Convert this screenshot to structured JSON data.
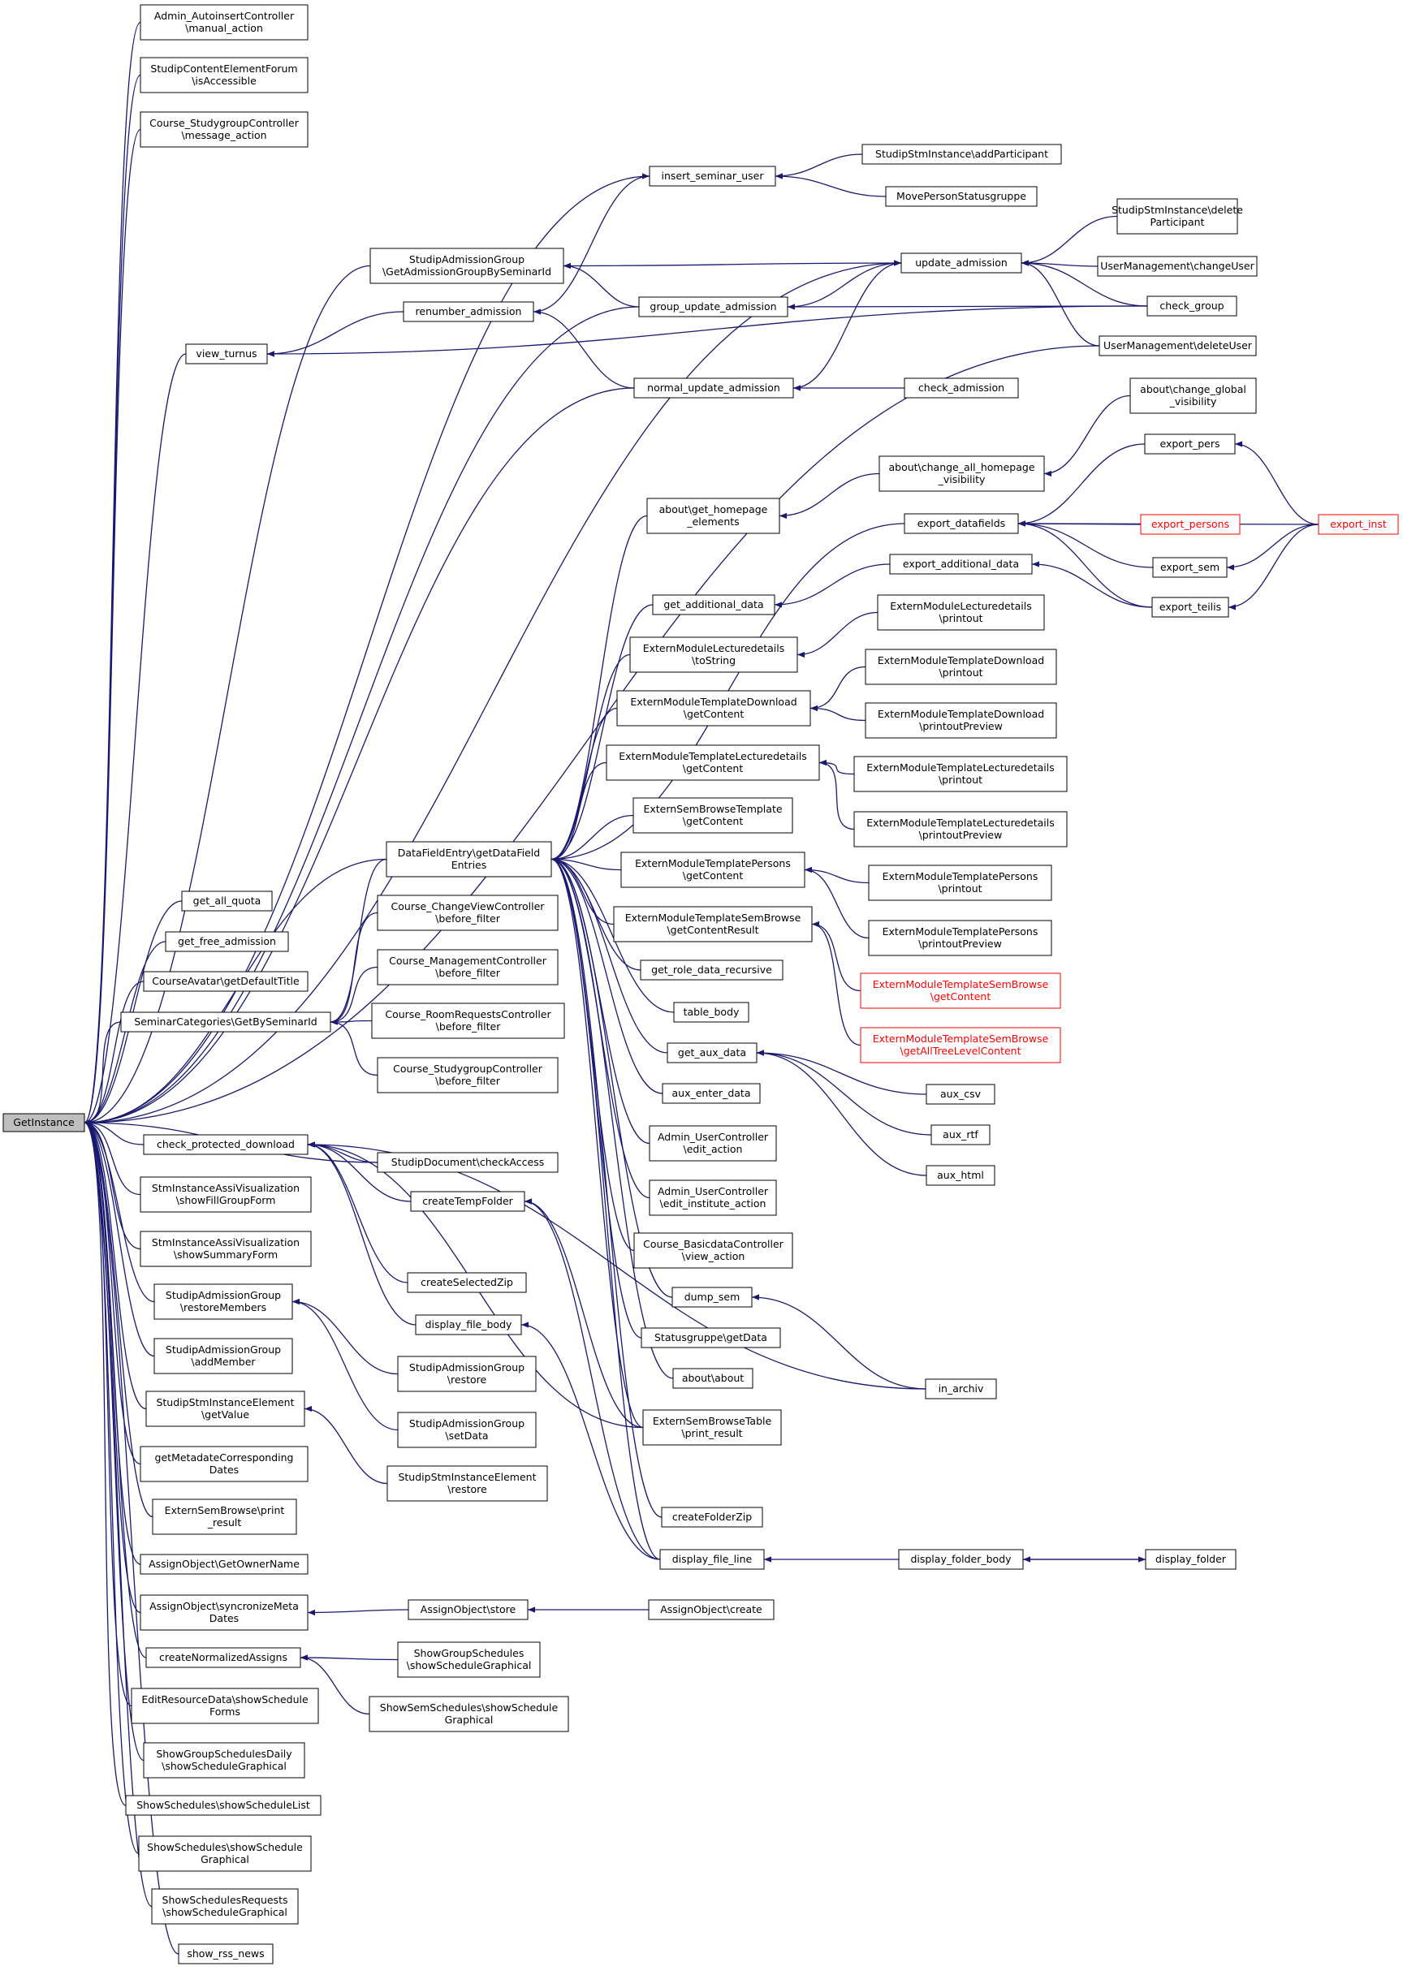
{
  "graph": {
    "nodes": [
      {
        "id": "root",
        "lines": [
          "GetInstance"
        ],
        "kind": "root"
      },
      {
        "id": "autoinsert",
        "lines": [
          "Admin_AutoinsertController",
          "\\manual_action"
        ]
      },
      {
        "id": "forum",
        "lines": [
          "StudipContentElementForum",
          "\\isAccessible"
        ]
      },
      {
        "id": "studygroup_msg",
        "lines": [
          "Course_StudygroupController",
          "\\message_action"
        ]
      },
      {
        "id": "admgroup_get",
        "lines": [
          "StudipAdmissionGroup",
          "\\GetAdmissionGroupBySeminarId"
        ]
      },
      {
        "id": "view_turnus",
        "lines": [
          "view_turnus"
        ]
      },
      {
        "id": "renumber",
        "lines": [
          "renumber_admission"
        ]
      },
      {
        "id": "get_all_quota",
        "lines": [
          "get_all_quota"
        ]
      },
      {
        "id": "get_free_adm",
        "lines": [
          "get_free_admission"
        ]
      },
      {
        "id": "avatar",
        "lines": [
          "CourseAvatar\\getDefaultTitle"
        ]
      },
      {
        "id": "semcat",
        "lines": [
          "SeminarCategories\\GetBySeminarId"
        ]
      },
      {
        "id": "cpd",
        "lines": [
          "check_protected_download"
        ]
      },
      {
        "id": "stm_fill",
        "lines": [
          "StmInstanceAssiVisualization",
          "\\showFillGroupForm"
        ]
      },
      {
        "id": "stm_summary",
        "lines": [
          "StmInstanceAssiVisualization",
          "\\showSummaryForm"
        ]
      },
      {
        "id": "admgroup_restore_members",
        "lines": [
          "StudipAdmissionGroup",
          "\\restoreMembers"
        ]
      },
      {
        "id": "admgroup_add",
        "lines": [
          "StudipAdmissionGroup",
          "\\addMember"
        ]
      },
      {
        "id": "stmel_get",
        "lines": [
          "StudipStmInstanceElement",
          "\\getValue"
        ]
      },
      {
        "id": "metadate",
        "lines": [
          "getMetadateCorresponding",
          "Dates"
        ]
      },
      {
        "id": "extsem_print",
        "lines": [
          "ExternSemBrowse\\print",
          "_result"
        ]
      },
      {
        "id": "ao_owner",
        "lines": [
          "AssignObject\\GetOwnerName"
        ]
      },
      {
        "id": "ao_sync",
        "lines": [
          "AssignObject\\syncronizeMeta",
          "Dates"
        ]
      },
      {
        "id": "createNorm",
        "lines": [
          "createNormalizedAssigns"
        ]
      },
      {
        "id": "editres",
        "lines": [
          "EditResourceData\\showSchedule",
          "Forms"
        ]
      },
      {
        "id": "sgsd",
        "lines": [
          "ShowGroupSchedulesDaily",
          "\\showScheduleGraphical"
        ]
      },
      {
        "id": "ss_list",
        "lines": [
          "ShowSchedules\\showScheduleList"
        ]
      },
      {
        "id": "ss_graph",
        "lines": [
          "ShowSchedules\\showSchedule",
          "Graphical"
        ]
      },
      {
        "id": "ssr",
        "lines": [
          "ShowSchedulesRequests",
          "\\showScheduleGraphical"
        ]
      },
      {
        "id": "rss",
        "lines": [
          "show_rss_news"
        ]
      },
      {
        "id": "dfe",
        "lines": [
          "DataFieldEntry\\getDataField",
          "Entries"
        ]
      },
      {
        "id": "cv_before",
        "lines": [
          "Course_ChangeViewController",
          "\\before_filter"
        ]
      },
      {
        "id": "cm_before",
        "lines": [
          "Course_ManagementController",
          "\\before_filter"
        ]
      },
      {
        "id": "cr_before",
        "lines": [
          "Course_RoomRequestsController",
          "\\before_filter"
        ]
      },
      {
        "id": "cs_before",
        "lines": [
          "Course_StudygroupController",
          "\\before_filter"
        ]
      },
      {
        "id": "doc_access",
        "lines": [
          "StudipDocument\\checkAccess"
        ]
      },
      {
        "id": "createTemp",
        "lines": [
          "createTempFolder"
        ]
      },
      {
        "id": "createSelZip",
        "lines": [
          "createSelectedZip"
        ]
      },
      {
        "id": "display_file_body",
        "lines": [
          "display_file_body"
        ]
      },
      {
        "id": "admgroup_restore",
        "lines": [
          "StudipAdmissionGroup",
          "\\restore"
        ]
      },
      {
        "id": "admgroup_setdata",
        "lines": [
          "StudipAdmissionGroup",
          "\\setData"
        ]
      },
      {
        "id": "stmel_restore",
        "lines": [
          "StudipStmInstanceElement",
          "\\restore"
        ]
      },
      {
        "id": "ao_store",
        "lines": [
          "AssignObject\\store"
        ]
      },
      {
        "id": "sgs",
        "lines": [
          "ShowGroupSchedules",
          "\\showScheduleGraphical"
        ]
      },
      {
        "id": "sss",
        "lines": [
          "ShowSemSchedules\\showSchedule",
          "Graphical"
        ]
      },
      {
        "id": "insert_sem",
        "lines": [
          "insert_seminar_user"
        ]
      },
      {
        "id": "group_update",
        "lines": [
          "group_update_admission"
        ]
      },
      {
        "id": "normal_update",
        "lines": [
          "normal_update_admission"
        ]
      },
      {
        "id": "get_homepage",
        "lines": [
          "about\\get_homepage",
          "_elements"
        ]
      },
      {
        "id": "get_add_data",
        "lines": [
          "get_additional_data"
        ]
      },
      {
        "id": "eml_tostring",
        "lines": [
          "ExternModuleLecturedetails",
          "\\toString"
        ]
      },
      {
        "id": "emtd_get",
        "lines": [
          "ExternModuleTemplateDownload",
          "\\getContent"
        ]
      },
      {
        "id": "emtl_get",
        "lines": [
          "ExternModuleTemplateLecturedetails",
          "\\getContent"
        ]
      },
      {
        "id": "esbt_get",
        "lines": [
          "ExternSemBrowseTemplate",
          "\\getContent"
        ]
      },
      {
        "id": "emtp_get",
        "lines": [
          "ExternModuleTemplatePersons",
          "\\getContent"
        ]
      },
      {
        "id": "emts_result",
        "lines": [
          "ExternModuleTemplateSemBrowse",
          "\\getContentResult"
        ]
      },
      {
        "id": "role_data",
        "lines": [
          "get_role_data_recursive"
        ]
      },
      {
        "id": "table_body",
        "lines": [
          "table_body"
        ]
      },
      {
        "id": "get_aux",
        "lines": [
          "get_aux_data"
        ]
      },
      {
        "id": "aux_enter",
        "lines": [
          "aux_enter_data"
        ]
      },
      {
        "id": "admin_edit",
        "lines": [
          "Admin_UserController",
          "\\edit_action"
        ]
      },
      {
        "id": "admin_edit_inst",
        "lines": [
          "Admin_UserController",
          "\\edit_institute_action"
        ]
      },
      {
        "id": "basicdata",
        "lines": [
          "Course_BasicdataController",
          "\\view_action"
        ]
      },
      {
        "id": "dump_sem",
        "lines": [
          "dump_sem"
        ]
      },
      {
        "id": "statusgruppe",
        "lines": [
          "Statusgruppe\\getData"
        ]
      },
      {
        "id": "about",
        "lines": [
          "about\\about"
        ]
      },
      {
        "id": "esbtable",
        "lines": [
          "ExternSemBrowseTable",
          "\\print_result"
        ]
      },
      {
        "id": "createFolderZip",
        "lines": [
          "createFolderZip"
        ]
      },
      {
        "id": "display_file_line",
        "lines": [
          "display_file_line"
        ]
      },
      {
        "id": "ao_create",
        "lines": [
          "AssignObject\\create"
        ]
      },
      {
        "id": "stm_add",
        "lines": [
          "StudipStmInstance\\addParticipant"
        ]
      },
      {
        "id": "move_person",
        "lines": [
          "MovePersonStatusgruppe"
        ]
      },
      {
        "id": "update_adm",
        "lines": [
          "update_admission"
        ]
      },
      {
        "id": "check_adm",
        "lines": [
          "check_admission"
        ]
      },
      {
        "id": "change_all",
        "lines": [
          "about\\change_all_homepage",
          "_visibility"
        ]
      },
      {
        "id": "export_datafields",
        "lines": [
          "export_datafields"
        ]
      },
      {
        "id": "export_add",
        "lines": [
          "export_additional_data"
        ]
      },
      {
        "id": "eml_printout",
        "lines": [
          "ExternModuleLecturedetails",
          "\\printout"
        ]
      },
      {
        "id": "emtd_printout",
        "lines": [
          "ExternModuleTemplateDownload",
          "\\printout"
        ]
      },
      {
        "id": "emtd_preview",
        "lines": [
          "ExternModuleTemplateDownload",
          "\\printoutPreview"
        ]
      },
      {
        "id": "emtl_printout",
        "lines": [
          "ExternModuleTemplateLecturedetails",
          "\\printout"
        ]
      },
      {
        "id": "emtl_preview",
        "lines": [
          "ExternModuleTemplateLecturedetails",
          "\\printoutPreview"
        ]
      },
      {
        "id": "emtp_printout",
        "lines": [
          "ExternModuleTemplatePersons",
          "\\printout"
        ]
      },
      {
        "id": "emtp_preview",
        "lines": [
          "ExternModuleTemplatePersons",
          "\\printoutPreview"
        ]
      },
      {
        "id": "emts_get",
        "lines": [
          "ExternModuleTemplateSemBrowse",
          "\\getContent"
        ],
        "kind": "red"
      },
      {
        "id": "emts_alltree",
        "lines": [
          "ExternModuleTemplateSemBrowse",
          "\\getAllTreeLevelContent"
        ],
        "kind": "red"
      },
      {
        "id": "aux_csv",
        "lines": [
          "aux_csv"
        ]
      },
      {
        "id": "aux_rtf",
        "lines": [
          "aux_rtf"
        ]
      },
      {
        "id": "aux_html",
        "lines": [
          "aux_html"
        ]
      },
      {
        "id": "in_archiv",
        "lines": [
          "in_archiv"
        ]
      },
      {
        "id": "display_folder_body",
        "lines": [
          "display_folder_body"
        ]
      },
      {
        "id": "stm_delete",
        "lines": [
          "StudipStmInstance\\delete",
          "Participant"
        ]
      },
      {
        "id": "um_change",
        "lines": [
          "UserManagement\\changeUser"
        ]
      },
      {
        "id": "check_group",
        "lines": [
          "check_group"
        ]
      },
      {
        "id": "um_delete",
        "lines": [
          "UserManagement\\deleteUser"
        ]
      },
      {
        "id": "change_global",
        "lines": [
          "about\\change_global",
          "_visibility"
        ]
      },
      {
        "id": "export_pers",
        "lines": [
          "export_pers"
        ]
      },
      {
        "id": "export_persons",
        "lines": [
          "export_persons"
        ],
        "kind": "red"
      },
      {
        "id": "export_sem",
        "lines": [
          "export_sem"
        ]
      },
      {
        "id": "export_teilis",
        "lines": [
          "export_teilis"
        ]
      },
      {
        "id": "display_folder",
        "lines": [
          "display_folder"
        ]
      },
      {
        "id": "export_inst",
        "lines": [
          "export_inst"
        ],
        "kind": "red"
      }
    ],
    "edges": [
      [
        "autoinsert",
        "root"
      ],
      [
        "forum",
        "root"
      ],
      [
        "studygroup_msg",
        "root"
      ],
      [
        "insert_sem",
        "root"
      ],
      [
        "update_adm",
        "root"
      ],
      [
        "admgroup_get",
        "root"
      ],
      [
        "view_turnus",
        "root"
      ],
      [
        "group_update",
        "root"
      ],
      [
        "normal_update",
        "root"
      ],
      [
        "um_delete",
        "root"
      ],
      [
        "dfe",
        "root"
      ],
      [
        "get_all_quota",
        "root"
      ],
      [
        "get_free_adm",
        "root"
      ],
      [
        "avatar",
        "root"
      ],
      [
        "semcat",
        "root"
      ],
      [
        "cpd",
        "root"
      ],
      [
        "doc_access",
        "root"
      ],
      [
        "stm_fill",
        "root"
      ],
      [
        "stm_summary",
        "root"
      ],
      [
        "admgroup_restore_members",
        "root"
      ],
      [
        "admgroup_add",
        "root"
      ],
      [
        "stmel_get",
        "root"
      ],
      [
        "metadate",
        "root"
      ],
      [
        "extsem_print",
        "root"
      ],
      [
        "ao_owner",
        "root"
      ],
      [
        "ao_sync",
        "root"
      ],
      [
        "createNorm",
        "root"
      ],
      [
        "editres",
        "root"
      ],
      [
        "sgsd",
        "root"
      ],
      [
        "ss_list",
        "root"
      ],
      [
        "ss_graph",
        "root"
      ],
      [
        "ssr",
        "root"
      ],
      [
        "rss",
        "root"
      ],
      [
        "stm_add",
        "insert_sem"
      ],
      [
        "move_person",
        "insert_sem"
      ],
      [
        "renumber",
        "insert_sem"
      ],
      [
        "stm_delete",
        "update_adm"
      ],
      [
        "um_change",
        "update_adm"
      ],
      [
        "check_group",
        "update_adm"
      ],
      [
        "um_delete",
        "update_adm"
      ],
      [
        "group_update",
        "update_adm"
      ],
      [
        "normal_update",
        "update_adm"
      ],
      [
        "update_adm",
        "admgroup_get"
      ],
      [
        "group_update",
        "admgroup_get"
      ],
      [
        "check_group",
        "group_update"
      ],
      [
        "renumber",
        "view_turnus"
      ],
      [
        "check_group",
        "view_turnus"
      ],
      [
        "normal_update",
        "renumber"
      ],
      [
        "check_adm",
        "normal_update"
      ],
      [
        "dfe",
        "semcat"
      ],
      [
        "cv_before",
        "semcat"
      ],
      [
        "cm_before",
        "semcat"
      ],
      [
        "cr_before",
        "semcat"
      ],
      [
        "cs_before",
        "semcat"
      ],
      [
        "get_homepage",
        "dfe"
      ],
      [
        "export_datafields",
        "dfe"
      ],
      [
        "get_add_data",
        "dfe"
      ],
      [
        "eml_tostring",
        "dfe"
      ],
      [
        "emtd_get",
        "dfe"
      ],
      [
        "emtl_get",
        "dfe"
      ],
      [
        "esbt_get",
        "dfe"
      ],
      [
        "emtp_get",
        "dfe"
      ],
      [
        "emts_result",
        "dfe"
      ],
      [
        "role_data",
        "dfe"
      ],
      [
        "table_body",
        "dfe"
      ],
      [
        "get_aux",
        "dfe"
      ],
      [
        "aux_enter",
        "dfe"
      ],
      [
        "admin_edit",
        "dfe"
      ],
      [
        "admin_edit_inst",
        "dfe"
      ],
      [
        "basicdata",
        "dfe"
      ],
      [
        "dump_sem",
        "dfe"
      ],
      [
        "statusgruppe",
        "dfe"
      ],
      [
        "about",
        "dfe"
      ],
      [
        "esbtable",
        "dfe"
      ],
      [
        "createFolderZip",
        "dfe"
      ],
      [
        "display_file_line",
        "dfe"
      ],
      [
        "change_all",
        "get_homepage"
      ],
      [
        "change_global",
        "change_all"
      ],
      [
        "export_pers",
        "export_datafields"
      ],
      [
        "export_persons",
        "export_datafields"
      ],
      [
        "export_sem",
        "export_datafields"
      ],
      [
        "export_teilis",
        "export_datafields"
      ],
      [
        "export_inst",
        "export_datafields"
      ],
      [
        "export_inst",
        "export_pers"
      ],
      [
        "export_inst",
        "export_sem"
      ],
      [
        "export_inst",
        "export_teilis"
      ],
      [
        "export_add",
        "get_add_data"
      ],
      [
        "export_teilis",
        "export_add"
      ],
      [
        "eml_printout",
        "eml_tostring"
      ],
      [
        "emtd_printout",
        "emtd_get"
      ],
      [
        "emtd_preview",
        "emtd_get"
      ],
      [
        "emtl_printout",
        "emtl_get"
      ],
      [
        "emtl_preview",
        "emtl_get"
      ],
      [
        "emtp_printout",
        "emtp_get"
      ],
      [
        "emtp_preview",
        "emtp_get"
      ],
      [
        "emts_get",
        "emts_result"
      ],
      [
        "emts_alltree",
        "emts_result"
      ],
      [
        "aux_csv",
        "get_aux"
      ],
      [
        "aux_rtf",
        "get_aux"
      ],
      [
        "aux_html",
        "get_aux"
      ],
      [
        "in_archiv",
        "dump_sem"
      ],
      [
        "doc_access",
        "cpd"
      ],
      [
        "createTemp",
        "cpd"
      ],
      [
        "createSelZip",
        "cpd"
      ],
      [
        "display_file_body",
        "cpd"
      ],
      [
        "esbtable",
        "cpd"
      ],
      [
        "in_archiv",
        "cpd"
      ],
      [
        "display_file_line",
        "createTemp"
      ],
      [
        "esbtable",
        "createTemp"
      ],
      [
        "display_file_line",
        "display_file_body"
      ],
      [
        "display_folder_body",
        "display_file_line"
      ],
      [
        "display_folder",
        "display_folder_body"
      ],
      [
        "display_folder_body",
        "display_folder"
      ],
      [
        "admgroup_restore",
        "admgroup_restore_members"
      ],
      [
        "admgroup_setdata",
        "admgroup_restore_members"
      ],
      [
        "stmel_restore",
        "stmel_get"
      ],
      [
        "ao_store",
        "ao_sync"
      ],
      [
        "ao_create",
        "ao_store"
      ],
      [
        "sgs",
        "createNorm"
      ],
      [
        "sss",
        "createNorm"
      ]
    ]
  }
}
